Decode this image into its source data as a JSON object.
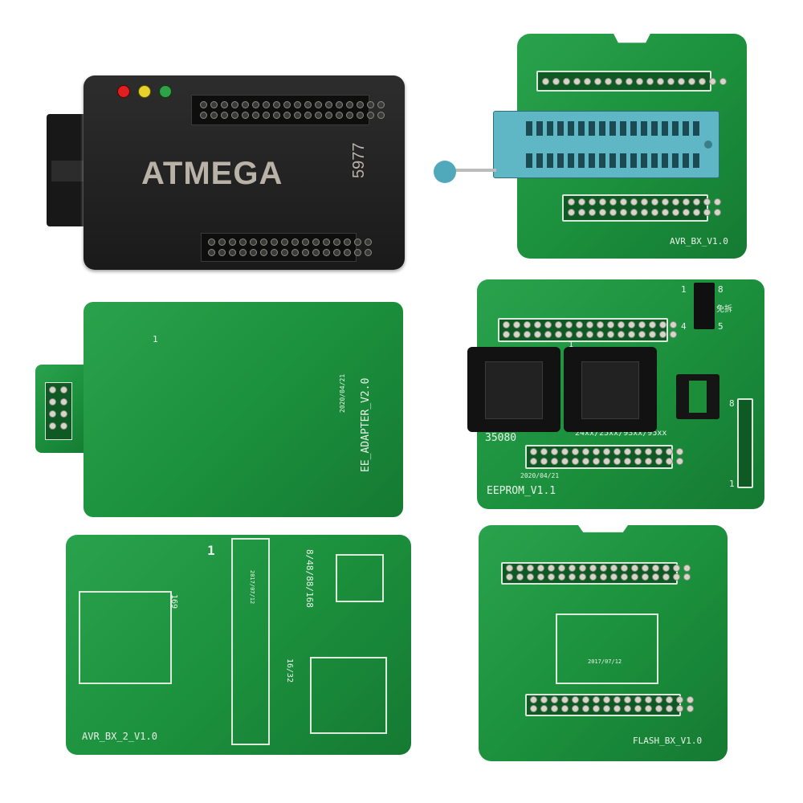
{
  "atmega": {
    "brand": "ATMEGA",
    "code": "5977",
    "leds": [
      "#e02020",
      "#e6d22a",
      "#2fa14a"
    ]
  },
  "avr_bx": {
    "label": "AVR_BX_V1.0"
  },
  "ee_adapter": {
    "label": "EE_ADAPTER_V2.0",
    "date": "2020/04/21",
    "pin1": "1"
  },
  "eeprom": {
    "label": "EEPROM_V1.1",
    "part": "35080",
    "chips": "24xx/25xx/93xx/95xx",
    "date": "2020/04/21",
    "pin_tl": "1",
    "pin_tr": "8",
    "pin_bl": "4",
    "pin_br": "5",
    "chinese": "免拆",
    "side_8": "8",
    "side_1": "1",
    "pin_1": "1"
  },
  "avr_bx2": {
    "label": "AVR_BX_2_V1.0",
    "chip1": "169",
    "chip2": "8/48/88/168",
    "chip3": "16/32",
    "date": "2017/07/12",
    "pin1": "1"
  },
  "flash_bx": {
    "label": "FLASH_BX_V1.0",
    "date": "2017/07/12"
  }
}
